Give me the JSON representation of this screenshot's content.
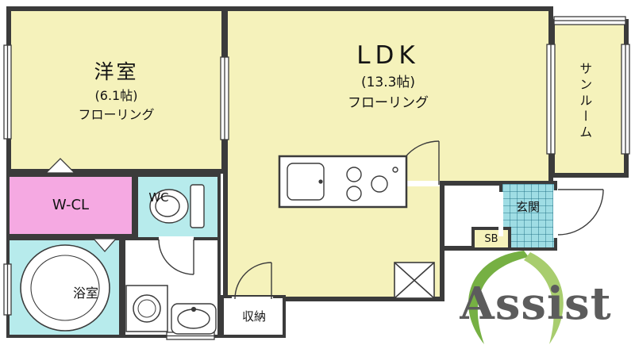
{
  "plan": {
    "rooms": {
      "western_room": {
        "name": "洋室",
        "size": "(6.1帖)",
        "floor": "フローリング"
      },
      "ldk": {
        "name": "LDK",
        "size": "(13.3帖)",
        "floor": "フローリング"
      },
      "sunroom": {
        "name": "サンルーム"
      },
      "walk_in_closet": {
        "name": "W-CL"
      },
      "toilet": {
        "name": "WC"
      },
      "bathroom": {
        "name": "浴室"
      },
      "storage": {
        "name": "収納"
      },
      "entrance": {
        "name": "玄関"
      },
      "shoe_box": {
        "name": "SB"
      }
    }
  },
  "logo": {
    "text": "Assist"
  },
  "colors": {
    "wall": "#3b3b3b",
    "room_yellow": "#f5f2bb",
    "closet_pink": "#f5a9e2",
    "wet_cyan": "#b7ebec",
    "tile_cyan": "#9fdde4",
    "leaf_green": "#76b043",
    "leaf_light": "#a8cd6e",
    "logo_gray": "#5c5c5c"
  }
}
